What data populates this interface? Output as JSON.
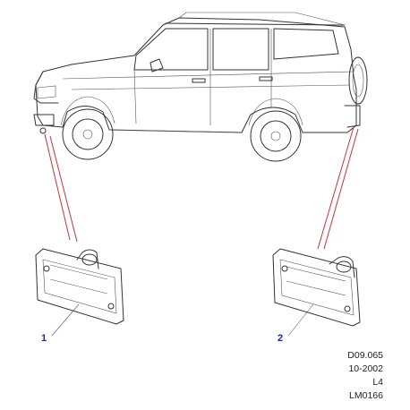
{
  "callouts": [
    {
      "number": "1",
      "part": "side-repeater-lamp-front"
    },
    {
      "number": "2",
      "part": "side-repeater-lamp-rear"
    }
  ],
  "reference": {
    "code": "D09.065",
    "date": "10-2002",
    "level": "L4",
    "image_id": "LM0166"
  },
  "colors": {
    "leader_lines": "#c8323c",
    "callout_text": "#1a2a8a",
    "outline": "#333333"
  }
}
